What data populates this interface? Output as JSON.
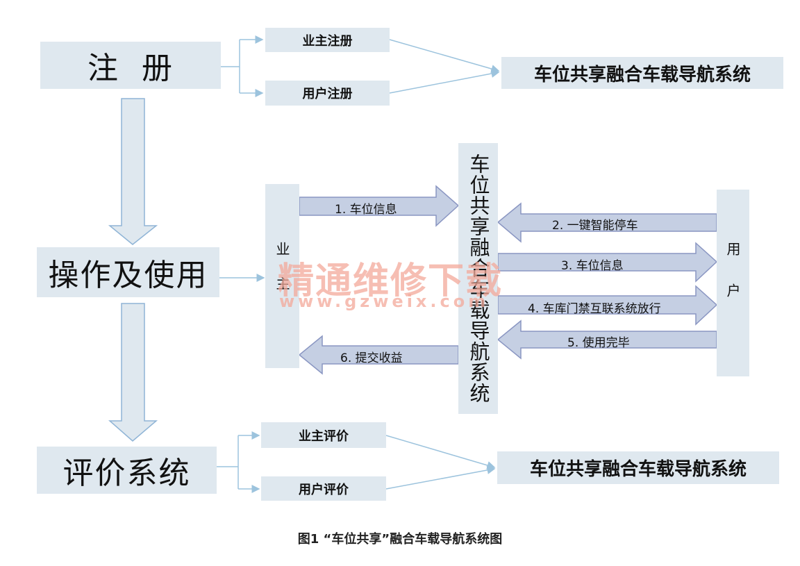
{
  "left": {
    "register": "注  册",
    "operation": "操作及使用",
    "evaluation": "评价系统"
  },
  "register_branch": {
    "owner": "业主注册",
    "user": "用户注册",
    "target": "车位共享融合车载导航系统"
  },
  "evaluation_branch": {
    "owner": "业主评价",
    "user": "用户评价",
    "target": "车位共享融合车载导航系统"
  },
  "center_system": "车位共享融合车载导航系统",
  "owner_column": "业主",
  "user_column": "用户",
  "flows": {
    "f1": "1. 车位信息",
    "f2": "2. 一键智能停车",
    "f3": "3. 车位信息",
    "f4": "4. 车库门禁互联系统放行",
    "f5": "5. 使用完毕",
    "f6": "6. 提交收益"
  },
  "watermark": {
    "cn": "精通维修下载",
    "url": "www.gzweix.com"
  },
  "caption": "图1 “车位共享”融合车载导航系统图",
  "colors": {
    "box_fill": "#dfe8ef",
    "arrow_fill": "#c5cfe3",
    "arrow_stroke": "#8a96c2",
    "line": "#9cc3dd",
    "watermark": "#f3a99a"
  }
}
